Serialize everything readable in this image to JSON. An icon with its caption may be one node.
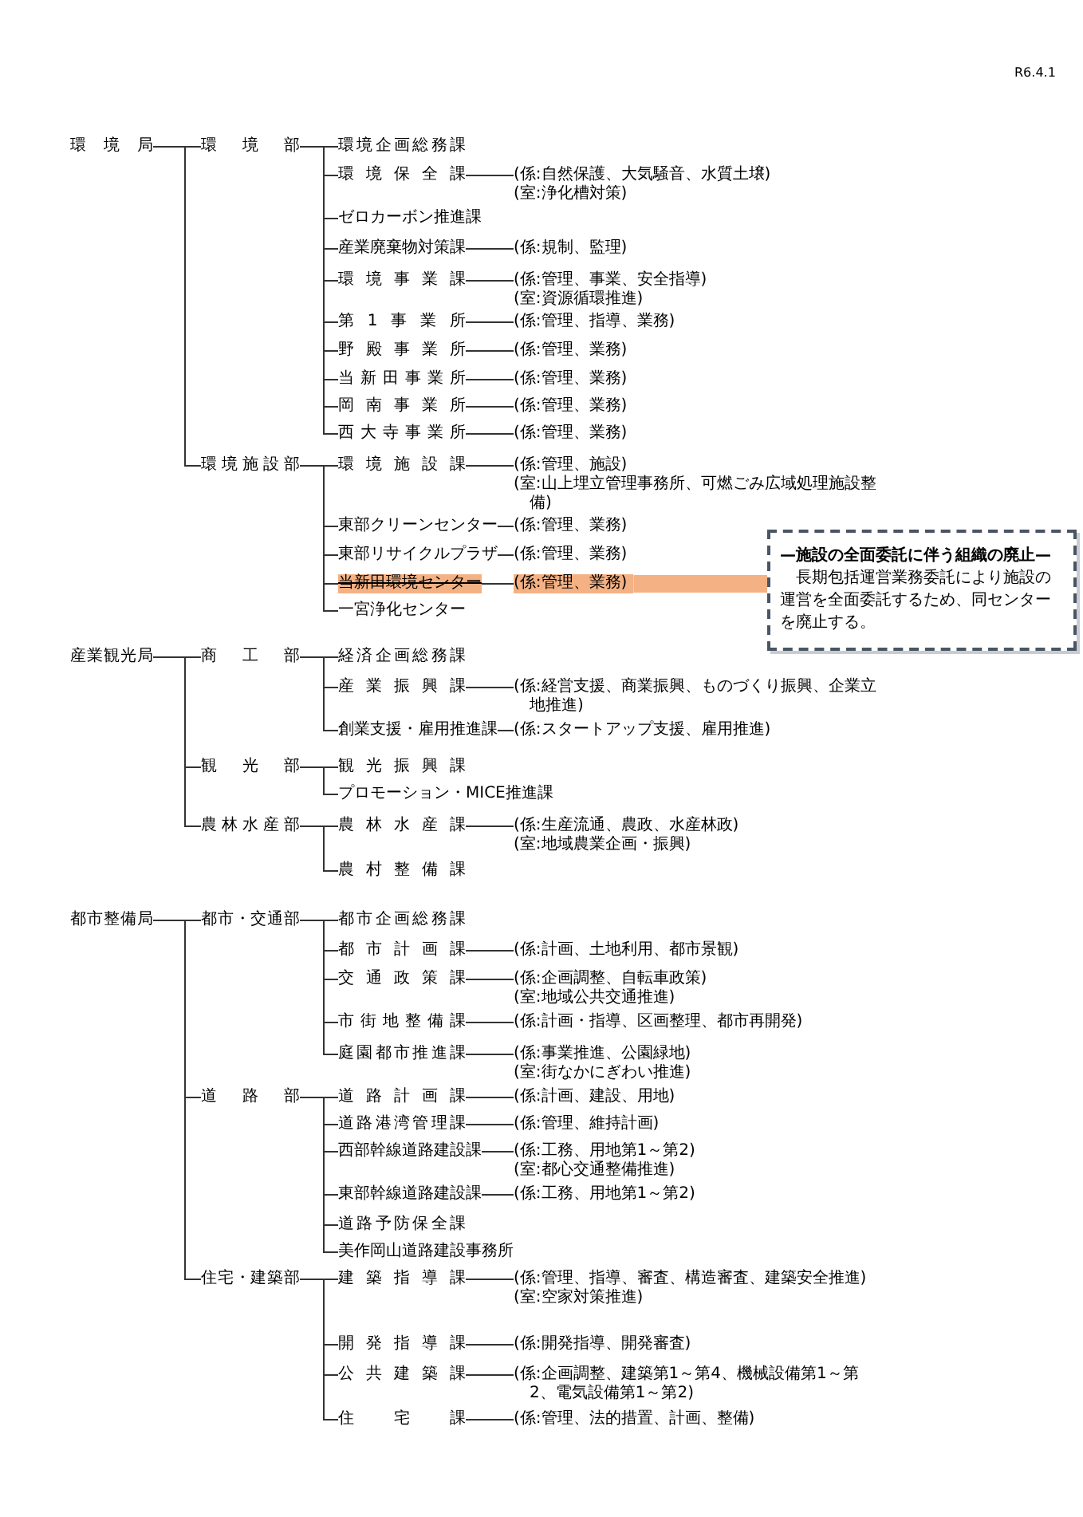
{
  "diagram": {
    "nodes": [
      {
        "text": [
          "環境局"
        ]
      },
      {
        "text": [
          "環境部"
        ]
      },
      {
        "text": [
          "環境企画総務課"
        ]
      },
      {
        "text": [
          "環境保全課"
        ]
      },
      {
        "text": [
          "(係:自然保護、大気騒音、水質土壌)",
          "(室:浄化槽対策)"
        ]
      },
      {
        "text": [
          "ゼロカーボン推進課"
        ]
      },
      {
        "text": [
          "産業廃棄物対策課"
        ]
      },
      {
        "text": [
          "(係:規制、監理)"
        ]
      },
      {
        "text": [
          "環境事業課"
        ]
      },
      {
        "text": [
          "(係:管理、事業、安全指導)",
          "(室:資源循環推進)"
        ]
      },
      {
        "text": [
          "第1事業所"
        ]
      },
      {
        "text": [
          "(係:管理、指導、業務)"
        ]
      },
      {
        "text": [
          "野殿事業所"
        ]
      },
      {
        "text": [
          "(係:管理、業務)"
        ]
      },
      {
        "text": [
          "当新田事業所"
        ]
      },
      {
        "text": [
          "(係:管理、業務)"
        ]
      },
      {
        "text": [
          "岡南事業所"
        ]
      },
      {
        "text": [
          "(係:管理、業務)"
        ]
      },
      {
        "text": [
          "西大寺事業所"
        ]
      },
      {
        "text": [
          "(係:管理、業務)"
        ]
      },
      {
        "text": [
          "環境施設部"
        ]
      },
      {
        "text": [
          "環境施設課"
        ]
      },
      {
        "text": [
          "(係:管理、施設)",
          "(室:山上埋立管理事務所、可燃ごみ広域処理施設整備)"
        ]
      },
      {
        "text": [
          "東部クリーンセンター"
        ]
      },
      {
        "text": [
          "(係:管理、業務)"
        ]
      },
      {
        "text": [
          "東部リサイクルプラザ"
        ]
      },
      {
        "text": [
          "(係:管理、業務)"
        ]
      },
      {
        "text": [
          "当新田環境センター"
        ]
      },
      {
        "text": [
          "(係:管理、業務)"
        ]
      },
      {
        "text": [
          "一宮浄化センター"
        ]
      },
      {
        "text": [
          "—施設の全面委託に伴う組織の廃止—",
          "長期包括運営業務委託により施設の運営を全面委託するため、同センターを廃止する。"
        ]
      },
      {
        "text": [
          "産業観光局"
        ]
      },
      {
        "text": [
          "商工部"
        ]
      },
      {
        "text": [
          "経済企画総務課"
        ]
      },
      {
        "text": [
          "産業振興課"
        ]
      },
      {
        "text": [
          "(係:経営支援、商業振興、ものづくり振興、企業立地推進)"
        ]
      },
      {
        "text": [
          "創業支援・雇用推進課"
        ]
      },
      {
        "text": [
          "(係:スタートアップ支援、雇用推進)"
        ]
      },
      {
        "text": [
          "観光部"
        ]
      },
      {
        "text": [
          "観光振興課"
        ]
      },
      {
        "text": [
          "プロモーション・MICE推進課"
        ]
      },
      {
        "text": [
          "農林水産部"
        ]
      },
      {
        "text": [
          "農林水産課"
        ]
      },
      {
        "text": [
          "(係:生産流通、農政、水産林政)",
          "(室:地域農業企画・振興)"
        ]
      },
      {
        "text": [
          "農村整備課"
        ]
      },
      {
        "text": [
          "都市整備局"
        ]
      },
      {
        "text": [
          "都市・交通部"
        ]
      },
      {
        "text": [
          "都市企画総務課"
        ]
      },
      {
        "text": [
          "都市計画課"
        ]
      },
      {
        "text": [
          "(係:計画、土地利用、都市景観)"
        ]
      },
      {
        "text": [
          "交通政策課"
        ]
      },
      {
        "text": [
          "(係:企画調整、自転車政策)",
          "(室:地域公共交通推進)"
        ]
      },
      {
        "text": [
          "市街地整備課"
        ]
      },
      {
        "text": [
          "(係:計画・指導、区画整理、都市再開発)"
        ]
      },
      {
        "text": [
          "庭園都市推進課"
        ]
      },
      {
        "text": [
          "(係:事業推進、公園緑地)",
          "(室:街なかにぎわい推進)"
        ]
      },
      {
        "text": [
          "道路部"
        ]
      },
      {
        "text": [
          "道路計画課"
        ]
      },
      {
        "text": [
          "(係:計画、建設、用地)"
        ]
      },
      {
        "text": [
          "道路港湾管理課"
        ]
      },
      {
        "text": [
          "(係:管理、維持計画)"
        ]
      },
      {
        "text": [
          "西部幹線道路建設課"
        ]
      },
      {
        "text": [
          "(係:工務、用地第1～第2)",
          "(室:都心交通整備推進)"
        ]
      },
      {
        "text": [
          "東部幹線道路建設課"
        ]
      },
      {
        "text": [
          "(係:工務、用地第1～第2)"
        ]
      },
      {
        "text": [
          "道路予防保全課"
        ]
      },
      {
        "text": [
          "美作岡山道路建設事務所"
        ]
      },
      {
        "text": [
          "住宅・建築部"
        ]
      },
      {
        "text": [
          "建築指導課"
        ]
      },
      {
        "text": [
          "(係:管理、指導、審査、構造審査、建築安全推進)",
          "(室:空家対策推進)"
        ]
      },
      {
        "text": [
          "開発指導課"
        ]
      },
      {
        "text": [
          "(係:開発指導、開発審査)"
        ]
      },
      {
        "text": [
          "公共建築課"
        ]
      },
      {
        "text": [
          "(係:企画調整、建築第1～第4、機械設備第1～第2、電気設備第1～第2)"
        ]
      },
      {
        "text": [
          "住宅課"
        ]
      },
      {
        "text": [
          "(係:管理、法的措置、計画、整備)"
        ]
      }
    ],
    "edges": [
      {
        "from": 0,
        "to": 1,
        "arrow": "none"
      },
      {
        "from": 0,
        "to": 20,
        "arrow": "none"
      },
      {
        "from": 1,
        "to": 2,
        "arrow": "none"
      },
      {
        "from": 1,
        "to": 3,
        "arrow": "none"
      },
      {
        "from": 1,
        "to": 5,
        "arrow": "none"
      },
      {
        "from": 1,
        "to": 6,
        "arrow": "none"
      },
      {
        "from": 1,
        "to": 8,
        "arrow": "none"
      },
      {
        "from": 1,
        "to": 10,
        "arrow": "none"
      },
      {
        "from": 1,
        "to": 12,
        "arrow": "none"
      },
      {
        "from": 1,
        "to": 14,
        "arrow": "none"
      },
      {
        "from": 1,
        "to": 16,
        "arrow": "none"
      },
      {
        "from": 1,
        "to": 18,
        "arrow": "none"
      },
      {
        "from": 20,
        "to": 21,
        "arrow": "none"
      },
      {
        "from": 20,
        "to": 23,
        "arrow": "none"
      },
      {
        "from": 20,
        "to": 25,
        "arrow": "none"
      },
      {
        "from": 20,
        "to": 27,
        "arrow": "none"
      },
      {
        "from": 20,
        "to": 29,
        "arrow": "none"
      },
      {
        "from": 3,
        "to": 4,
        "arrow": "none"
      },
      {
        "from": 6,
        "to": 7,
        "arrow": "none"
      },
      {
        "from": 8,
        "to": 9,
        "arrow": "none"
      },
      {
        "from": 10,
        "to": 11,
        "arrow": "none"
      },
      {
        "from": 12,
        "to": 13,
        "arrow": "none"
      },
      {
        "from": 14,
        "to": 15,
        "arrow": "none"
      },
      {
        "from": 16,
        "to": 17,
        "arrow": "none"
      },
      {
        "from": 18,
        "to": 19,
        "arrow": "none"
      },
      {
        "from": 21,
        "to": 22,
        "arrow": "none"
      },
      {
        "from": 23,
        "to": 24,
        "arrow": "none"
      },
      {
        "from": 25,
        "to": 26,
        "arrow": "none"
      },
      {
        "from": 27,
        "to": 28,
        "arrow": "none"
      },
      {
        "from": 28,
        "to": 30,
        "arrow": "none",
        "style": "thick",
        "color": "#f4b183"
      },
      {
        "from": 31,
        "to": 32,
        "arrow": "none"
      },
      {
        "from": 31,
        "to": 38,
        "arrow": "none"
      },
      {
        "from": 31,
        "to": 41,
        "arrow": "none"
      },
      {
        "from": 32,
        "to": 33,
        "arrow": "none"
      },
      {
        "from": 32,
        "to": 34,
        "arrow": "none"
      },
      {
        "from": 32,
        "to": 36,
        "arrow": "none"
      },
      {
        "from": 34,
        "to": 35,
        "arrow": "none"
      },
      {
        "from": 36,
        "to": 37,
        "arrow": "none"
      },
      {
        "from": 38,
        "to": 39,
        "arrow": "none"
      },
      {
        "from": 38,
        "to": 40,
        "arrow": "none"
      },
      {
        "from": 41,
        "to": 42,
        "arrow": "none"
      },
      {
        "from": 41,
        "to": 44,
        "arrow": "none"
      },
      {
        "from": 42,
        "to": 43,
        "arrow": "none"
      },
      {
        "from": 45,
        "to": 46,
        "arrow": "none"
      },
      {
        "from": 45,
        "to": 56,
        "arrow": "none"
      },
      {
        "from": 45,
        "to": 67,
        "arrow": "none"
      },
      {
        "from": 46,
        "to": 47,
        "arrow": "none"
      },
      {
        "from": 46,
        "to": 48,
        "arrow": "none"
      },
      {
        "from": 46,
        "to": 50,
        "arrow": "none"
      },
      {
        "from": 46,
        "to": 52,
        "arrow": "none"
      },
      {
        "from": 46,
        "to": 54,
        "arrow": "none"
      },
      {
        "from": 48,
        "to": 49,
        "arrow": "none"
      },
      {
        "from": 50,
        "to": 51,
        "arrow": "none"
      },
      {
        "from": 52,
        "to": 53,
        "arrow": "none"
      },
      {
        "from": 54,
        "to": 55,
        "arrow": "none"
      },
      {
        "from": 56,
        "to": 57,
        "arrow": "none"
      },
      {
        "from": 56,
        "to": 59,
        "arrow": "none"
      },
      {
        "from": 56,
        "to": 61,
        "arrow": "none"
      },
      {
        "from": 56,
        "to": 63,
        "arrow": "none"
      },
      {
        "from": 56,
        "to": 65,
        "arrow": "none"
      },
      {
        "from": 56,
        "to": 66,
        "arrow": "none"
      },
      {
        "from": 57,
        "to": 58,
        "arrow": "none"
      },
      {
        "from": 59,
        "to": 60,
        "arrow": "none"
      },
      {
        "from": 61,
        "to": 62,
        "arrow": "none"
      },
      {
        "from": 63,
        "to": 64,
        "arrow": "none"
      },
      {
        "from": 67,
        "to": 68,
        "arrow": "none"
      },
      {
        "from": 67,
        "to": 70,
        "arrow": "none"
      },
      {
        "from": 67,
        "to": 72,
        "arrow": "none"
      },
      {
        "from": 67,
        "to": 74,
        "arrow": "none"
      },
      {
        "from": 68,
        "to": 69,
        "arrow": "none"
      },
      {
        "from": 70,
        "to": 71,
        "arrow": "none"
      },
      {
        "from": 72,
        "to": 73,
        "arrow": "none"
      },
      {
        "from": 74,
        "to": 75,
        "arrow": "none"
      }
    ],
    "labels": [
      "R6.4.1"
    ]
  }
}
